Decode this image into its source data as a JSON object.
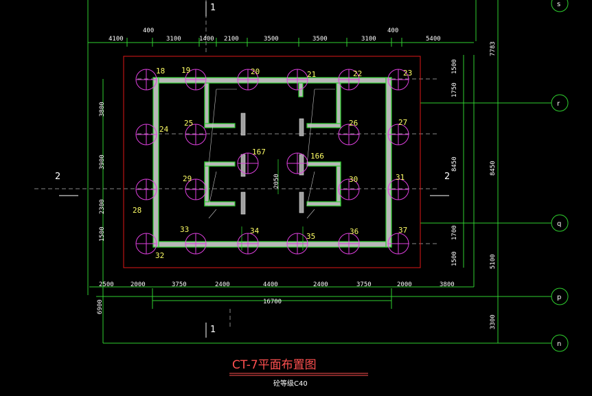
{
  "drawing": {
    "title": "CT-7平面布置图",
    "subtitle": "砼等级C40",
    "section_top": "1",
    "section_bottom": "1",
    "section_left": "2",
    "section_right": "2",
    "axis_s": "s",
    "axis_r": "r",
    "axis_q": "q",
    "axis_p": "p",
    "axis_n": "n",
    "top_dims": [
      "4100",
      "400",
      "3100",
      "1400",
      "2100",
      "3500",
      "3500",
      "3100",
      "400",
      "5400"
    ],
    "bottom_dims": [
      "2500",
      "2000",
      "3750",
      "2400",
      "4400",
      "2400",
      "3750",
      "2000",
      "3800"
    ],
    "bottom_total": "16700",
    "left_dims": [
      "3800",
      "3900",
      "2300",
      "1500"
    ],
    "left_extra": "6900",
    "right_inner_dims": [
      "1500",
      "1750",
      "8450",
      "1700",
      "1500"
    ],
    "right_outer_dims": [
      "7783",
      "8450",
      "5100",
      "3300"
    ],
    "inner_dim": "2050",
    "piles": [
      "18",
      "19",
      "20",
      "21",
      "22",
      "23",
      "24",
      "25",
      "26",
      "27",
      "28",
      "29",
      "30",
      "31",
      "32",
      "33",
      "34",
      "35",
      "36",
      "37",
      "166",
      "167"
    ]
  }
}
